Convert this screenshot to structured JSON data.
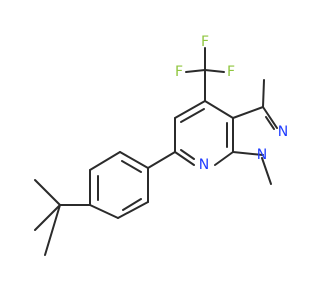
{
  "atoms": {
    "f_top": "F",
    "f_left": "F",
    "f_right": "F",
    "n_pyridine": "N",
    "n_pyrazole_upper": "N",
    "n_pyrazole_lower": "N"
  },
  "colors": {
    "bond": "#2b2b2b",
    "nitrogen": "#1f3cff",
    "fluorine": "#8fc63f",
    "background": "#ffffff"
  }
}
